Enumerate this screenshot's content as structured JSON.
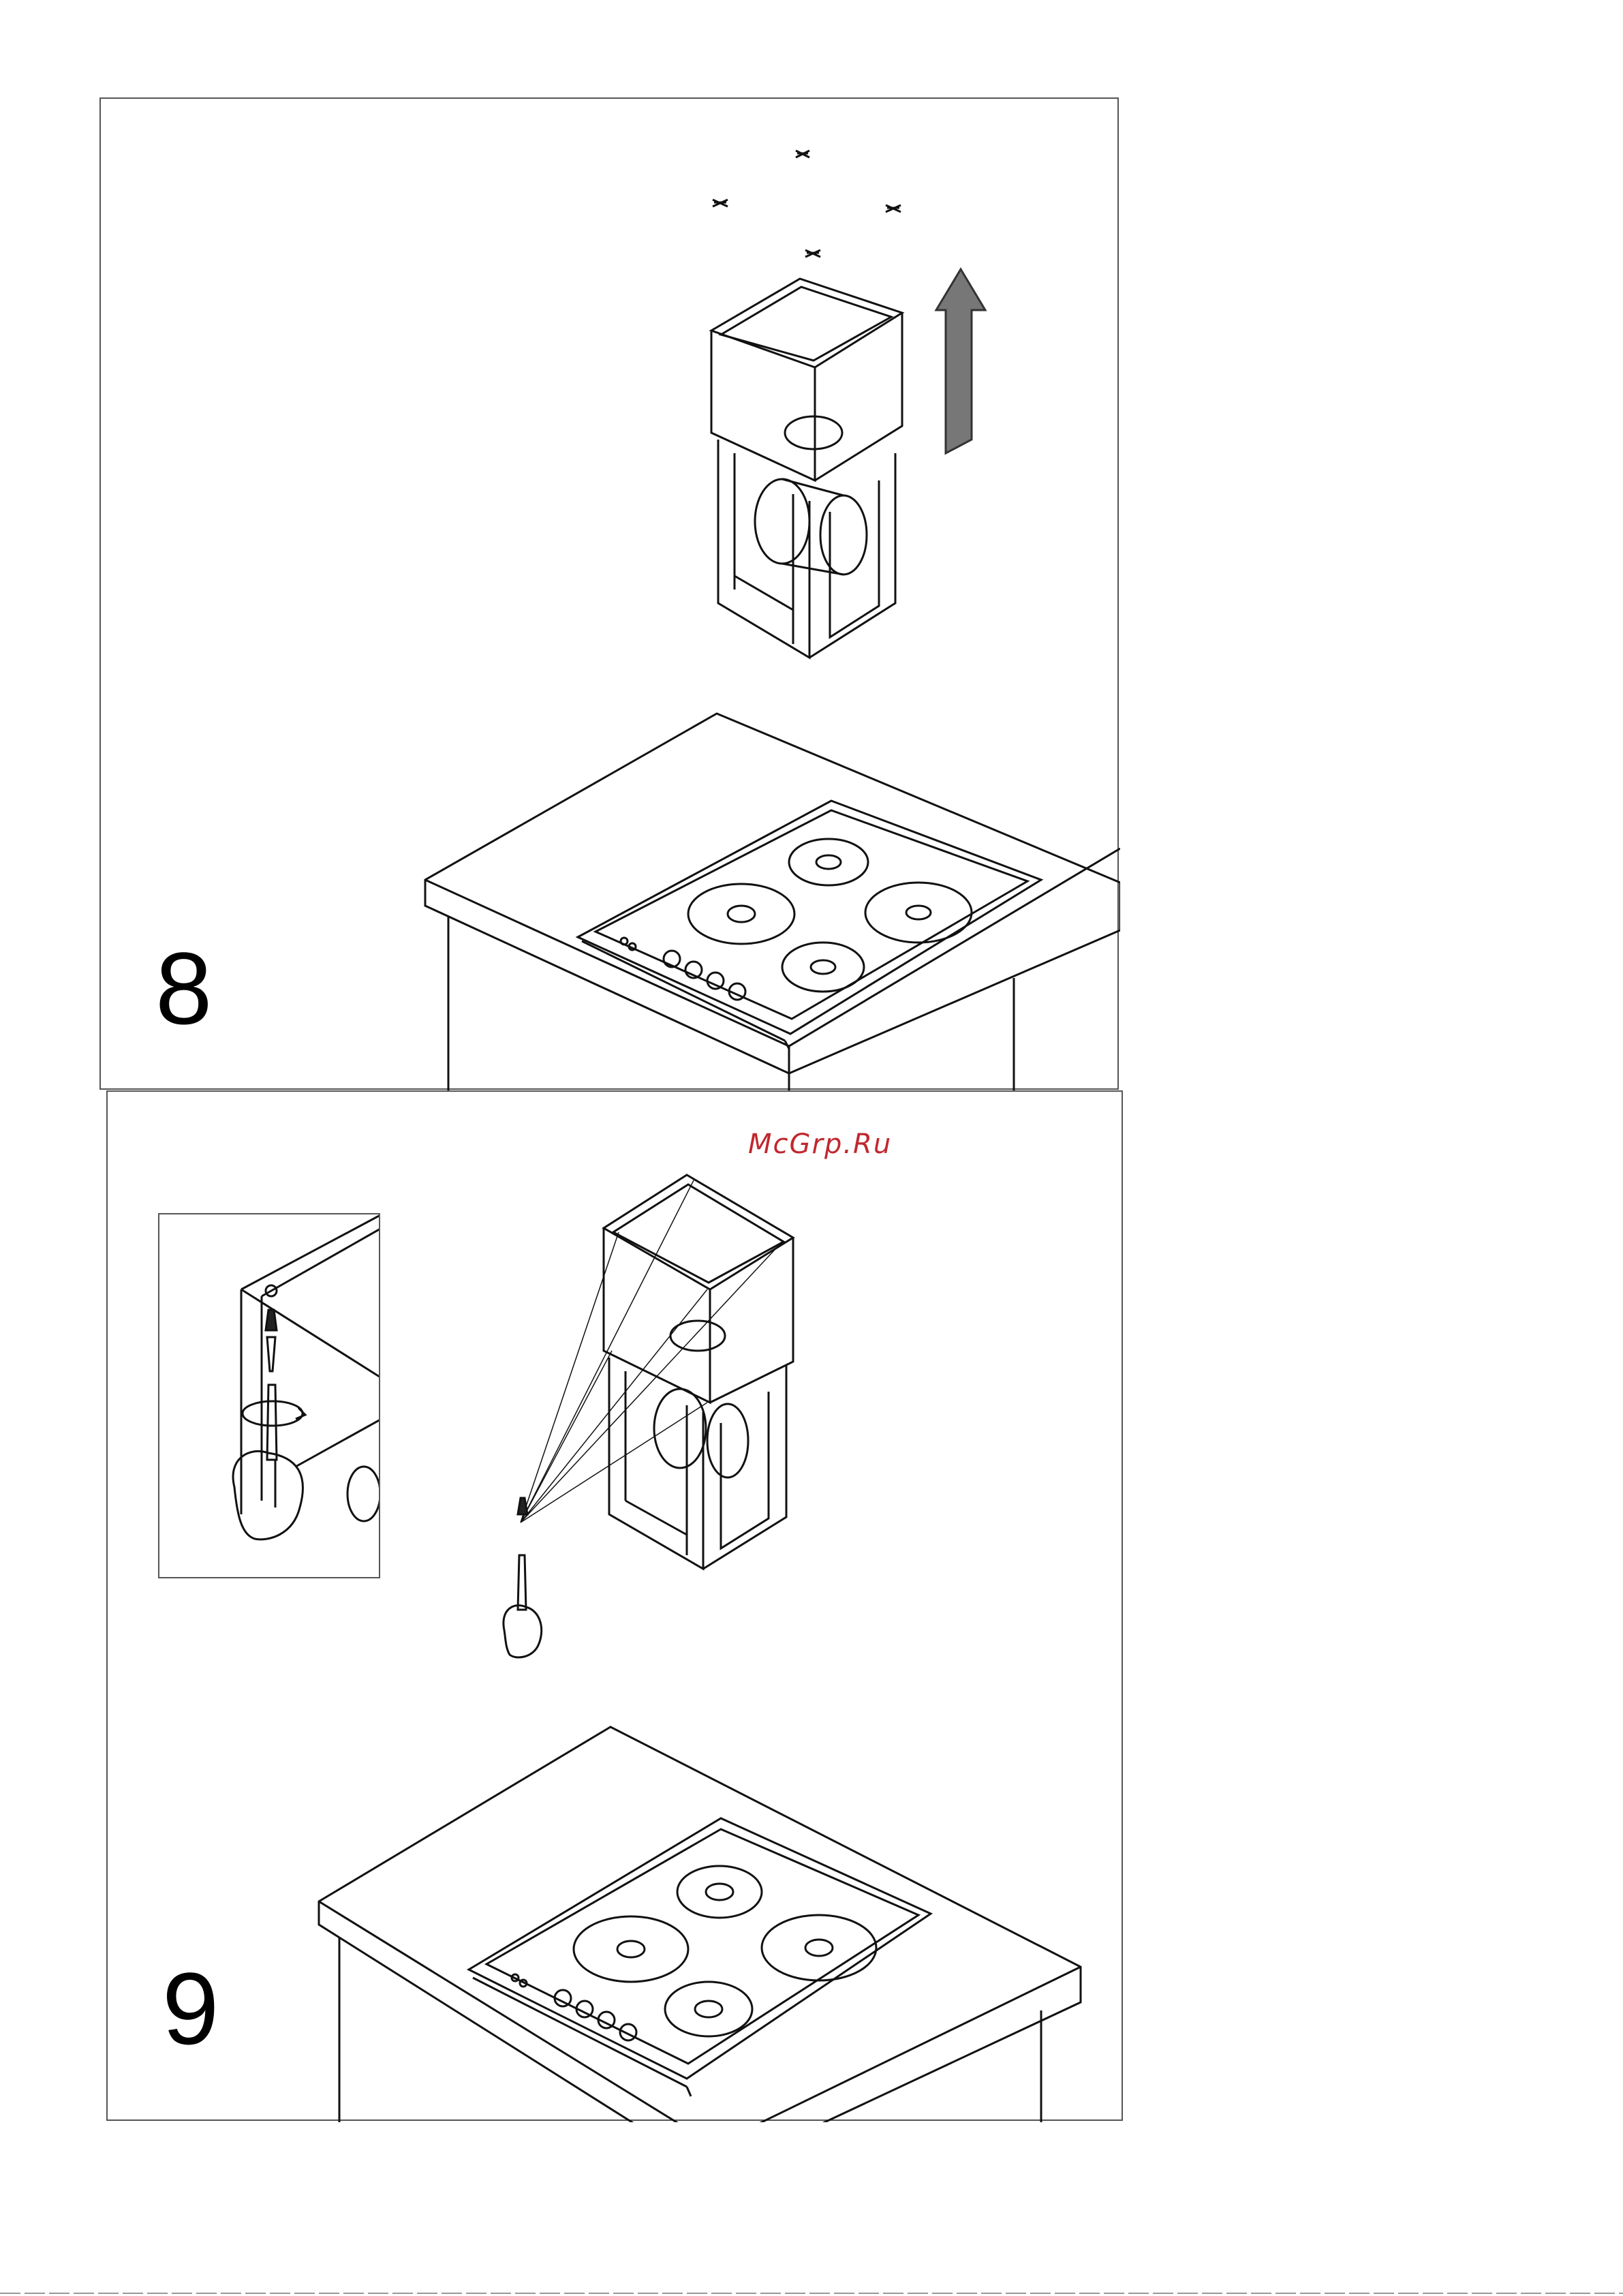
{
  "steps": [
    {
      "number": "8"
    },
    {
      "number": "9"
    }
  ],
  "watermark": "McGrp.Ru",
  "icons": {
    "arrow": "up-arrow-icon",
    "screw": "screw-icon",
    "hand": "hand-with-screwdriver-icon",
    "rotate": "rotate-arrow-icon"
  }
}
